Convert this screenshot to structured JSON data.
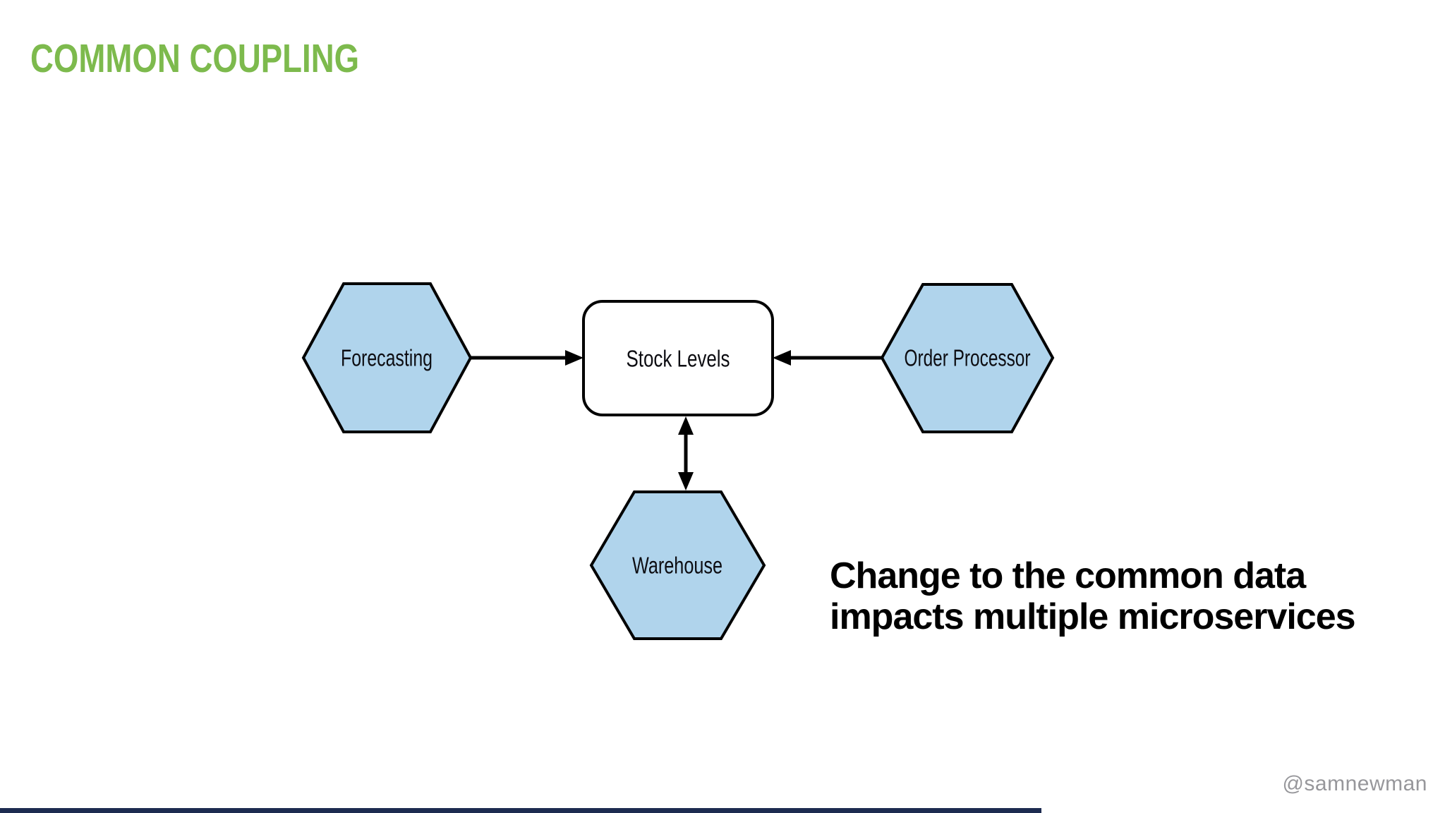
{
  "slide": {
    "title": "COMMON COUPLING",
    "title_color": "#7dba4d",
    "background_color": "#ffffff"
  },
  "diagram": {
    "stroke_color": "#000000",
    "hexagon_fill": "#b0d4ec",
    "box_fill": "#ffffff",
    "nodes": [
      {
        "id": "forecasting",
        "label": "Forecasting",
        "shape": "hexagon"
      },
      {
        "id": "stock-levels",
        "label": "Stock Levels",
        "shape": "rounded-rectangle"
      },
      {
        "id": "order-processor",
        "label": "Order Processor",
        "shape": "hexagon"
      },
      {
        "id": "warehouse",
        "label": "Warehouse",
        "shape": "hexagon"
      }
    ],
    "edges": [
      {
        "from": "Forecasting",
        "to": "Stock Levels",
        "arrow": "single"
      },
      {
        "from": "Order Processor",
        "to": "Stock Levels",
        "arrow": "single"
      },
      {
        "from": "Warehouse",
        "to": "Stock Levels",
        "arrow": "double"
      }
    ]
  },
  "caption": {
    "line1": "Change to the common data",
    "line2": "impacts multiple microservices"
  },
  "footer": {
    "handle": "@samnewman",
    "handle_color": "#97979b",
    "bar_color": "#1d2b50"
  }
}
